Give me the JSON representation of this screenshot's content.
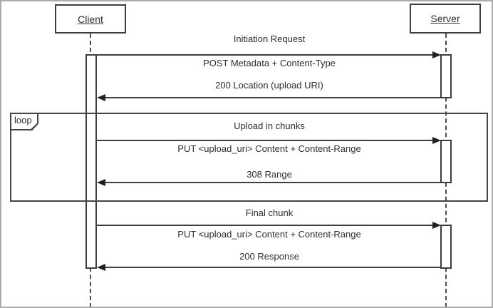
{
  "diagram_type": "uml-sequence-diagram",
  "actors": [
    {
      "id": "client",
      "label": "Client"
    },
    {
      "id": "server",
      "label": "Server"
    }
  ],
  "loop": {
    "operator": "loop"
  },
  "phases": [
    {
      "title": "Initiation Request",
      "messages": [
        {
          "label": "POST Metadata + Content-Type",
          "direction": "right",
          "from": "Client",
          "to": "Server"
        },
        {
          "label": "200 Location (upload URI)",
          "direction": "left",
          "from": "Server",
          "to": "Client"
        }
      ]
    },
    {
      "title": "Upload in chunks",
      "in_loop": true,
      "messages": [
        {
          "label": "PUT <upload_uri> Content + Content-Range",
          "direction": "right",
          "from": "Client",
          "to": "Server"
        },
        {
          "label": "308 Range",
          "direction": "left",
          "from": "Server",
          "to": "Client"
        }
      ]
    },
    {
      "title": "Final chunk",
      "messages": [
        {
          "label": "PUT <upload_uri> Content + Content-Range",
          "direction": "right",
          "from": "Client",
          "to": "Server"
        },
        {
          "label": "200 Response",
          "direction": "left",
          "from": "Server",
          "to": "Client"
        }
      ]
    }
  ],
  "colors": {
    "background": "#ffffff",
    "line": "#3f3f3f",
    "box_border": "#3d3d3d",
    "outer_border": "#ababab",
    "text": "#2e2e2e"
  }
}
